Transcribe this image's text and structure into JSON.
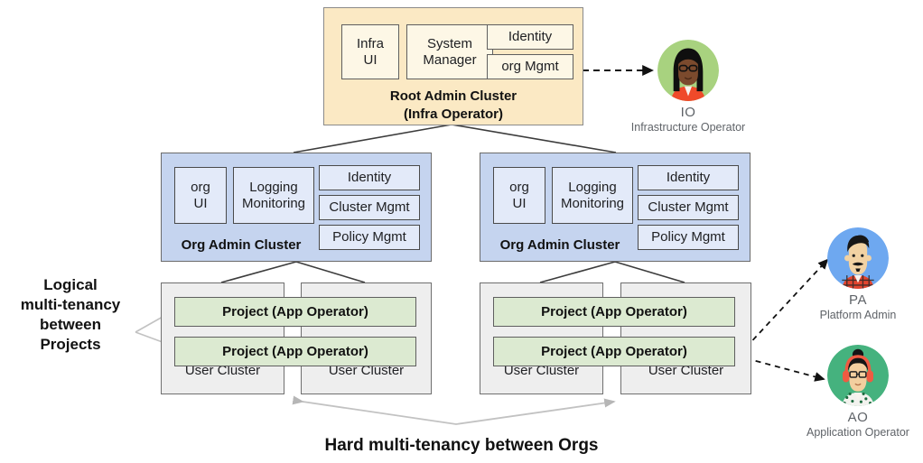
{
  "diagram": {
    "title_hidden": "",
    "root_cluster": {
      "name": "root-admin-cluster",
      "title_line1": "Root Admin Cluster",
      "title_line2": "(Infra Operator)",
      "components": [
        {
          "label_line1": "Infra",
          "label_line2": "UI"
        },
        {
          "label_line1": "System",
          "label_line2": "Manager"
        },
        {
          "label_line1": "Identity",
          "label_line2": ""
        },
        {
          "label_line1": "org Mgmt",
          "label_line2": ""
        }
      ],
      "fill": "#fbe9c4",
      "inner_fill": "#fdf7e6"
    },
    "org_clusters": [
      {
        "title": "Org Admin Cluster",
        "components": [
          {
            "label_line1": "org",
            "label_line2": "UI"
          },
          {
            "label_line1": "Logging",
            "label_line2": "Monitoring"
          },
          {
            "label_line1": "Identity",
            "label_line2": ""
          },
          {
            "label_line1": "Cluster Mgmt",
            "label_line2": ""
          },
          {
            "label_line1": "Policy Mgmt",
            "label_line2": ""
          }
        ]
      },
      {
        "title": "Org Admin Cluster",
        "components": [
          {
            "label_line1": "org",
            "label_line2": "UI"
          },
          {
            "label_line1": "Logging",
            "label_line2": "Monitoring"
          },
          {
            "label_line1": "Identity",
            "label_line2": ""
          },
          {
            "label_line1": "Cluster Mgmt",
            "label_line2": ""
          },
          {
            "label_line1": "Policy Mgmt",
            "label_line2": ""
          }
        ]
      }
    ],
    "org_groups": [
      {
        "user_clusters": [
          {
            "label": "User Cluster"
          },
          {
            "label": "User Cluster"
          }
        ],
        "projects": [
          {
            "label": "Project (App Operator)"
          },
          {
            "label": "Project (App Operator)"
          }
        ]
      },
      {
        "user_clusters": [
          {
            "label": "User Cluster"
          },
          {
            "label": "User Cluster"
          }
        ],
        "projects": [
          {
            "label": "Project (App Operator)"
          },
          {
            "label": "Project  (App Operator)"
          }
        ]
      }
    ],
    "captions": {
      "left_line1": "Logical",
      "left_line2": "multi-tenancy",
      "left_line3": "between",
      "left_line4": "Projects",
      "bottom": "Hard multi-tenancy between Orgs"
    },
    "personas": [
      {
        "abbr": "IO",
        "role": "Infrastructure Operator",
        "avatar_icon": "avatar-infrastructure-operator",
        "bg": "#a8d27f",
        "skin": "#7b4a2d",
        "hair": "#0f0f0f",
        "accent": "#ef4a2a"
      },
      {
        "abbr": "PA",
        "role": "Platform Admin",
        "avatar_icon": "avatar-platform-admin",
        "bg": "#6ea8f0",
        "skin": "#f2d2a3",
        "hair": "#171717",
        "accent": "#e2452f"
      },
      {
        "abbr": "AO",
        "role": "Application Operator",
        "avatar_icon": "avatar-application-operator",
        "bg": "#45b27e",
        "skin": "#f3cf9f",
        "hair": "#151515",
        "accent": "#ef5b42"
      }
    ],
    "colors": {
      "root_fill": "#fbe9c4",
      "org_fill": "#c5d4ef",
      "org_inner_fill": "#e3eaf9",
      "user_fill": "#eeeeee",
      "project_fill": "#dcead1",
      "line": "#3c3c3c",
      "soft_line": "#b6b6b6"
    }
  }
}
